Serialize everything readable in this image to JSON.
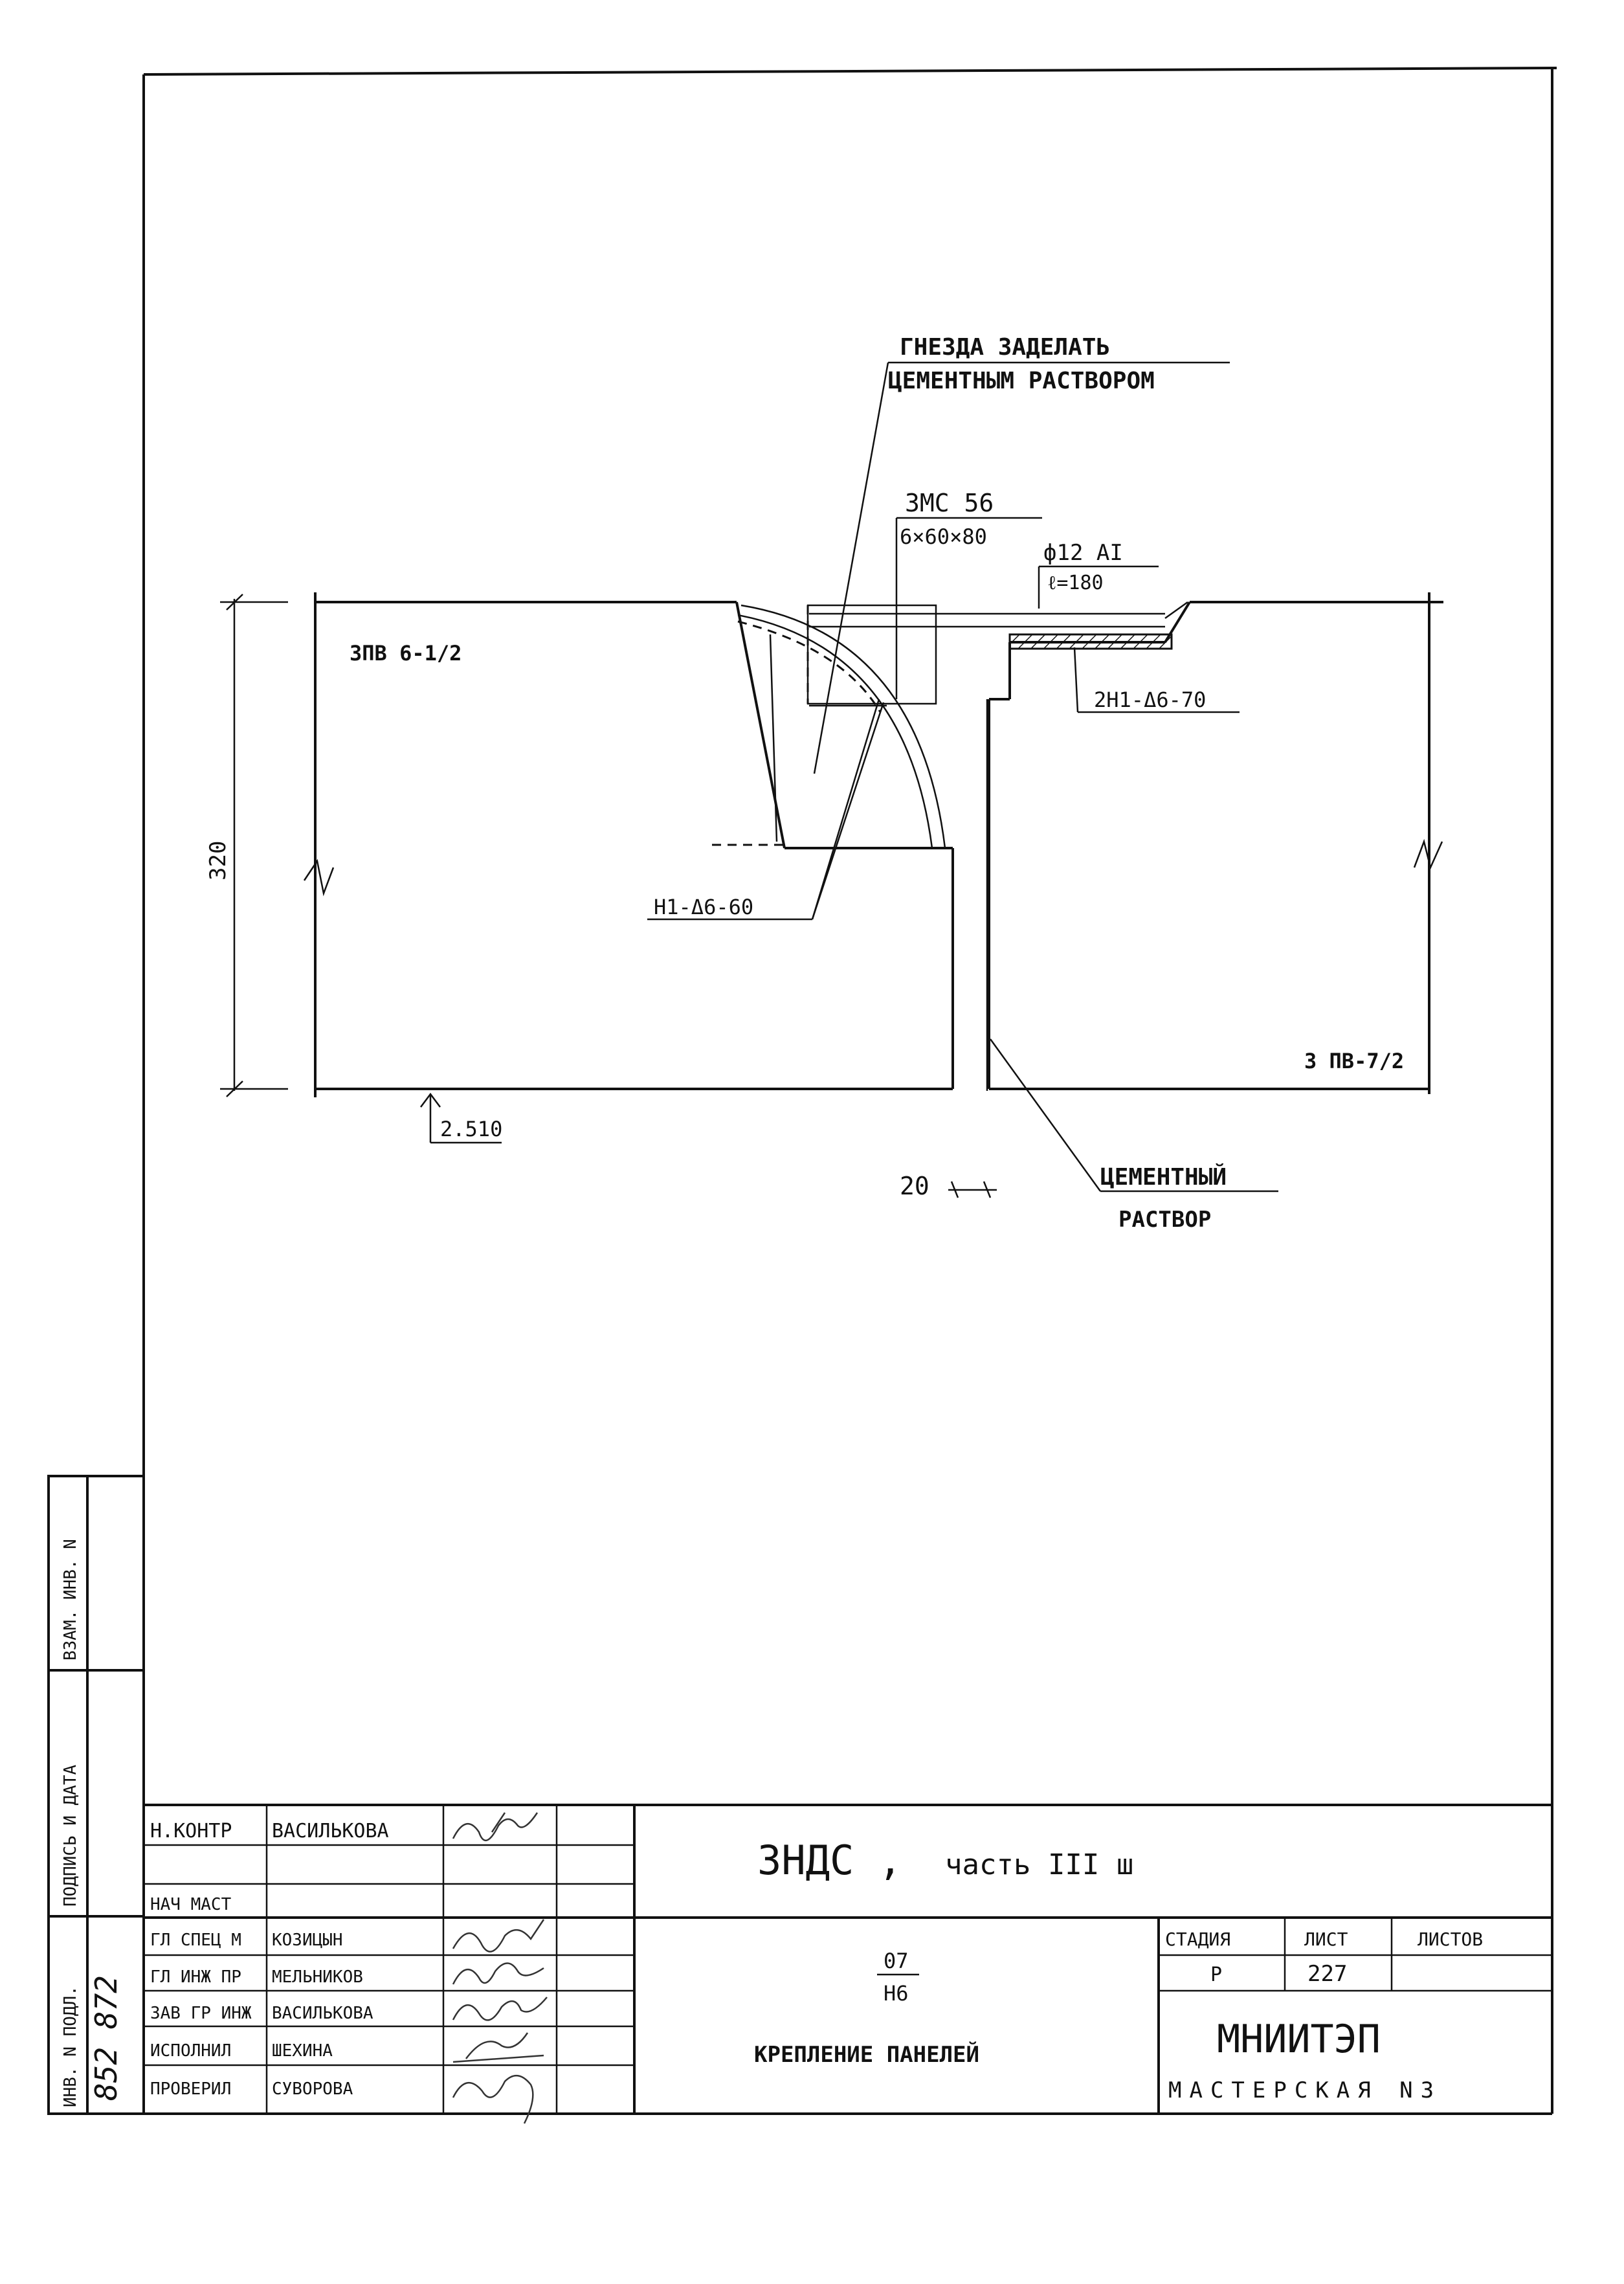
{
  "drawing": {
    "callouts": {
      "sockets_line1": "ГНЕЗДА ЗАДЕЛАТЬ",
      "sockets_line2": "ЦЕМЕНТНЫМ РАСТВОРОМ",
      "embedded_part": "ЗМС 56",
      "embedded_size": "6×60×80",
      "rebar": "ф12 АI",
      "rebar_length": "ℓ=180",
      "weld_upper": "2Н1-Δ6-70",
      "weld_lower": "Н1-Δ6-60",
      "mortar_line1": "ЦЕМЕНТНЫЙ",
      "mortar_line2": "РАСТВОР"
    },
    "panels": {
      "left": "ЗПВ 6-1/2",
      "right": "3 ПВ-7/2"
    },
    "dimensions": {
      "height": "320",
      "level": "2.510",
      "gap": "20"
    }
  },
  "side_stamp": {
    "inv_no_orig": "ИНВ. N ПОДЛ.",
    "sign_date": "ПОДПИСЬ И ДАТА",
    "replace_inv": "ВЗАМ. ИНВ. N",
    "inv_handwritten": "852 872"
  },
  "title_block": {
    "rows": [
      {
        "role": "Н.КОНТР",
        "name": "ВАСИЛЬКОВА"
      },
      {
        "role": "",
        "name": ""
      },
      {
        "role": "НАЧ МАСТ",
        "name": ""
      },
      {
        "role": "ГЛ СПЕЦ М",
        "name": "КОЗИЦЫН"
      },
      {
        "role": "ГЛ ИНЖ ПР",
        "name": "МЕЛЬНИКОВ"
      },
      {
        "role": "ЗАВ ГР ИНЖ",
        "name": "ВАСИЛЬКОВА"
      },
      {
        "role": "ИСПОЛНИЛ",
        "name": "ШЕХИНА"
      },
      {
        "role": "ПРОВЕРИЛ",
        "name": "СУВОРОВА"
      }
    ],
    "project": "ЗНДС ,",
    "project_part": "часть III ш",
    "code_top": "07",
    "code_bottom": "Н6",
    "sheet_title": "КРЕПЛЕНИЕ ПАНЕЛЕЙ",
    "stage_label": "СТАДИЯ",
    "sheet_label": "ЛИСТ",
    "sheets_label": "ЛИСТОВ",
    "stage_value": "Р",
    "sheet_value": "227",
    "sheets_value": "",
    "org": "МНИИТЭП",
    "workshop": "МАСТЕРСКАЯ N3"
  }
}
